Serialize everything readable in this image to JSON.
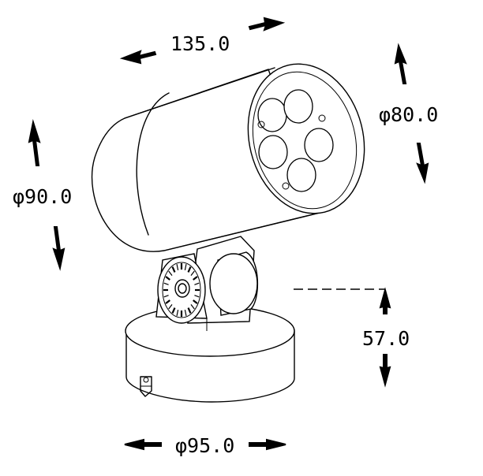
{
  "dimensions": {
    "length": "135.0",
    "lens_diameter": "φ80.0",
    "body_diameter": "φ90.0",
    "base_height": "57.0",
    "base_diameter": "φ95.0"
  }
}
